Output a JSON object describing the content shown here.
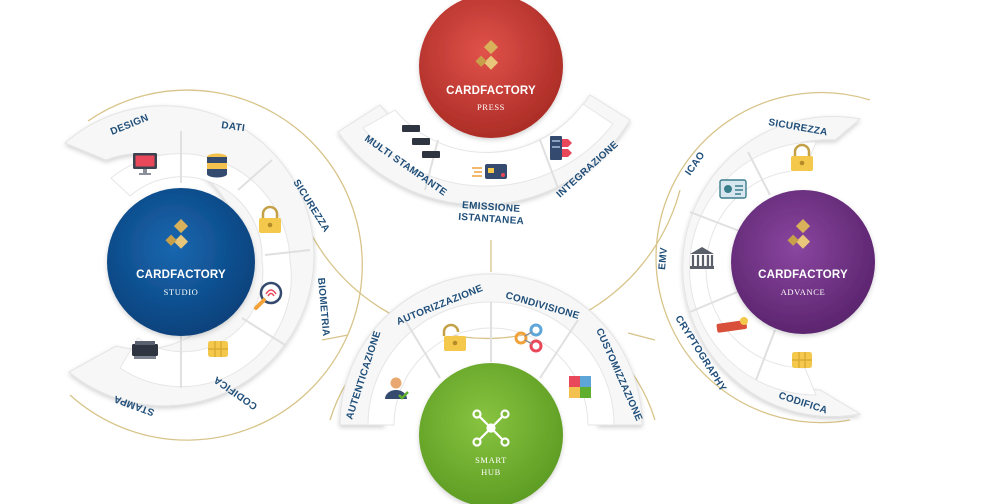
{
  "hubs": {
    "studio": {
      "title": "CARDFACTORY",
      "subtitle": "STUDIO",
      "color": "#0a4d8c"
    },
    "press": {
      "title": "CARDFACTORY",
      "subtitle": "PRESS",
      "color": "#c0392b"
    },
    "advance": {
      "title": "CARDFACTORY",
      "subtitle": "ADVANCE",
      "color": "#6a2c7e"
    },
    "smart": {
      "title": "SMART",
      "subtitle": "HUB",
      "color": "#6aaa2a"
    }
  },
  "segments": {
    "studio": [
      "DESIGN",
      "DATI",
      "SICUREZZA",
      "BIOMETRIA",
      "CODIFICA",
      "STAMPA"
    ],
    "press": [
      "MULTI STAMPANTE",
      "EMISSIONE",
      "ISTANTANEA",
      "INTEGRAZIONE"
    ],
    "advance": [
      "SICUREZZA",
      "ICAO",
      "EMV",
      "CRYPTOGRAPHY",
      "CODIFICA"
    ],
    "smart": [
      "AUTENTICAZIONE",
      "AUTORIZZAZIONE",
      "CONDIVISIONE",
      "CUSTOMIZZAZIONE"
    ]
  },
  "icons": {
    "studio": [
      "monitor-icon",
      "database-icon",
      "padlock-icon",
      "fingerprint-magnifier-icon",
      "chip-icon",
      "printer-icon"
    ],
    "press": [
      "printers-icon",
      "card-emission-icon",
      "server-integration-icon"
    ],
    "advance": [
      "padlock-icon",
      "passport-icon",
      "bank-icon",
      "token-icon",
      "chip-icon"
    ],
    "smart": [
      "user-check-icon",
      "open-padlock-icon",
      "share-icon",
      "puzzle-icon"
    ]
  },
  "colors": {
    "label": "#1f4e79",
    "gold": "#d9b15a",
    "connector": "#d8c48a"
  }
}
